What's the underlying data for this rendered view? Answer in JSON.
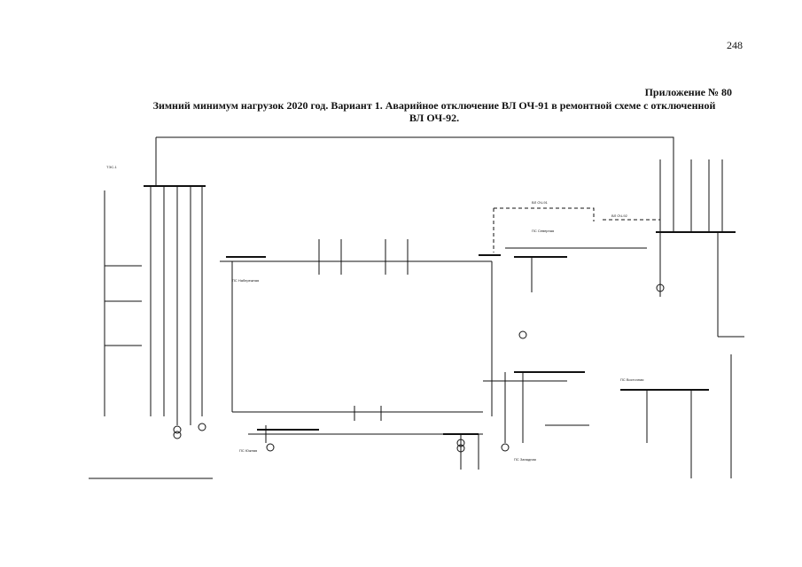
{
  "page_number": "248",
  "appendix_label": "Приложение № 80",
  "title_line1": "Зимний минимум нагрузок 2020 год. Вариант 1. Аварийное отключение ВЛ ОЧ-91 в ремонтной схеме с отключенной",
  "title_line2": "ВЛ ОЧ-92.",
  "diagram_labels": [
    "ТЭС-1",
    "ПС Набережная",
    "ПС Южная",
    "ПС Северная",
    "ВЛ ОЧ-91",
    "ВЛ ОЧ-92",
    "ПС Восточная",
    "ПС Западная"
  ]
}
